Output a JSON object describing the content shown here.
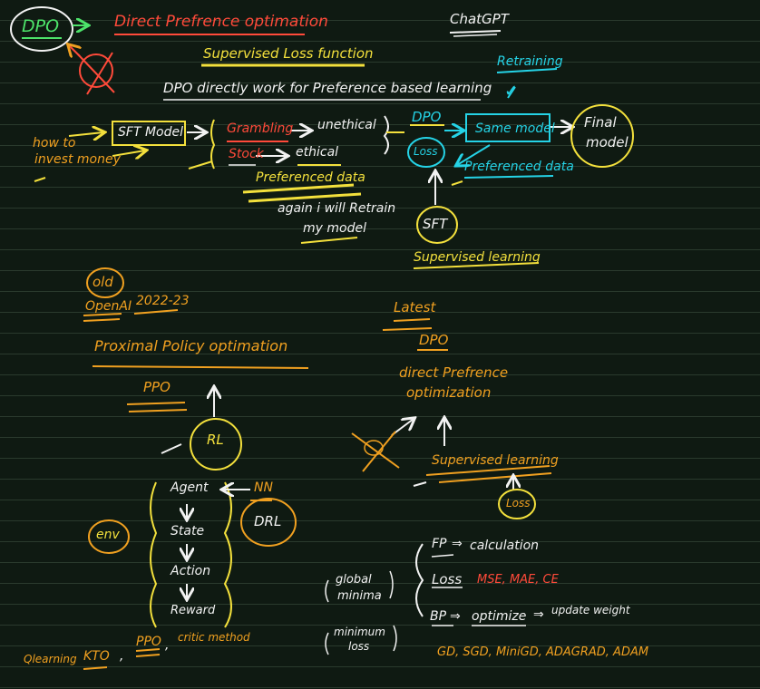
{
  "top": {
    "dpo_circle_label": "DPO",
    "dpo_title": "Direct Prefrence optimation",
    "chatgpt_label": "ChatGPT",
    "supervised_loss": "Supervised Loss function",
    "retraining": "Retraining",
    "checkmark": "✓",
    "dpo_line": "DPO directly work for Preference based learning",
    "how_to": "how to",
    "invest_money": "invest money",
    "sft_model": "SFT Model",
    "grambling": "Grambling",
    "unethical": "unethical",
    "stock": "Stock",
    "ethical": "ethical",
    "dpo_small": "DPO",
    "loss_small": "Loss",
    "same_model": "Same model",
    "final_model_line1": "Final",
    "final_model_line2": "model",
    "preferenced_data_cyan": "Preferenced data",
    "preferenced_data_yellow": "Preferenced data",
    "again_line1": "again i will Retrain",
    "again_line2": "my model",
    "sft_circle": "SFT",
    "supervised_learning": "Supervised learning"
  },
  "left": {
    "old": "old",
    "openai": "OpenAI",
    "year": "2022-23",
    "ppo_full": "Proximal Policy optimation",
    "ppo": "PPO",
    "rl": "RL",
    "agent": "Agent",
    "nn": "NN",
    "env": "env",
    "state": "State",
    "drl": "DRL",
    "action": "Action",
    "reward": "Reward",
    "bottom_line_qlearning": "Qlearning",
    "bottom_line_kto": "KTO",
    "bottom_line_ppo": "PPO",
    "bottom_line_critic": "critic method",
    "comma": ","
  },
  "right": {
    "latest": "Latest",
    "dpo": "DPO",
    "direct_pref_line1": "direct Prefrence",
    "direct_pref_line2": "optimization",
    "supervised_learning": "Supervised learning",
    "loss": "Loss",
    "fp": "FP",
    "calculation": "calculation",
    "global_line1": "global",
    "global_line2": "minima",
    "loss2": "Loss",
    "loss_funcs": "MSE, MAE, CE",
    "bp": "BP",
    "optimize": "optimize",
    "update": "update weight",
    "minimum_line1": "minimum",
    "minimum_line2": "loss",
    "optimizers": "GD, SGD, MiniGD, ADAGRAD, ADAM",
    "arrow_eq": "⇒"
  },
  "colors": {
    "background": "#0f1a12",
    "white": "#f2f2f2",
    "orange": "#f0a020",
    "yellow": "#f3e03c",
    "red": "#ff4a3a",
    "cyan": "#25d3e6",
    "green": "#4de36a"
  }
}
